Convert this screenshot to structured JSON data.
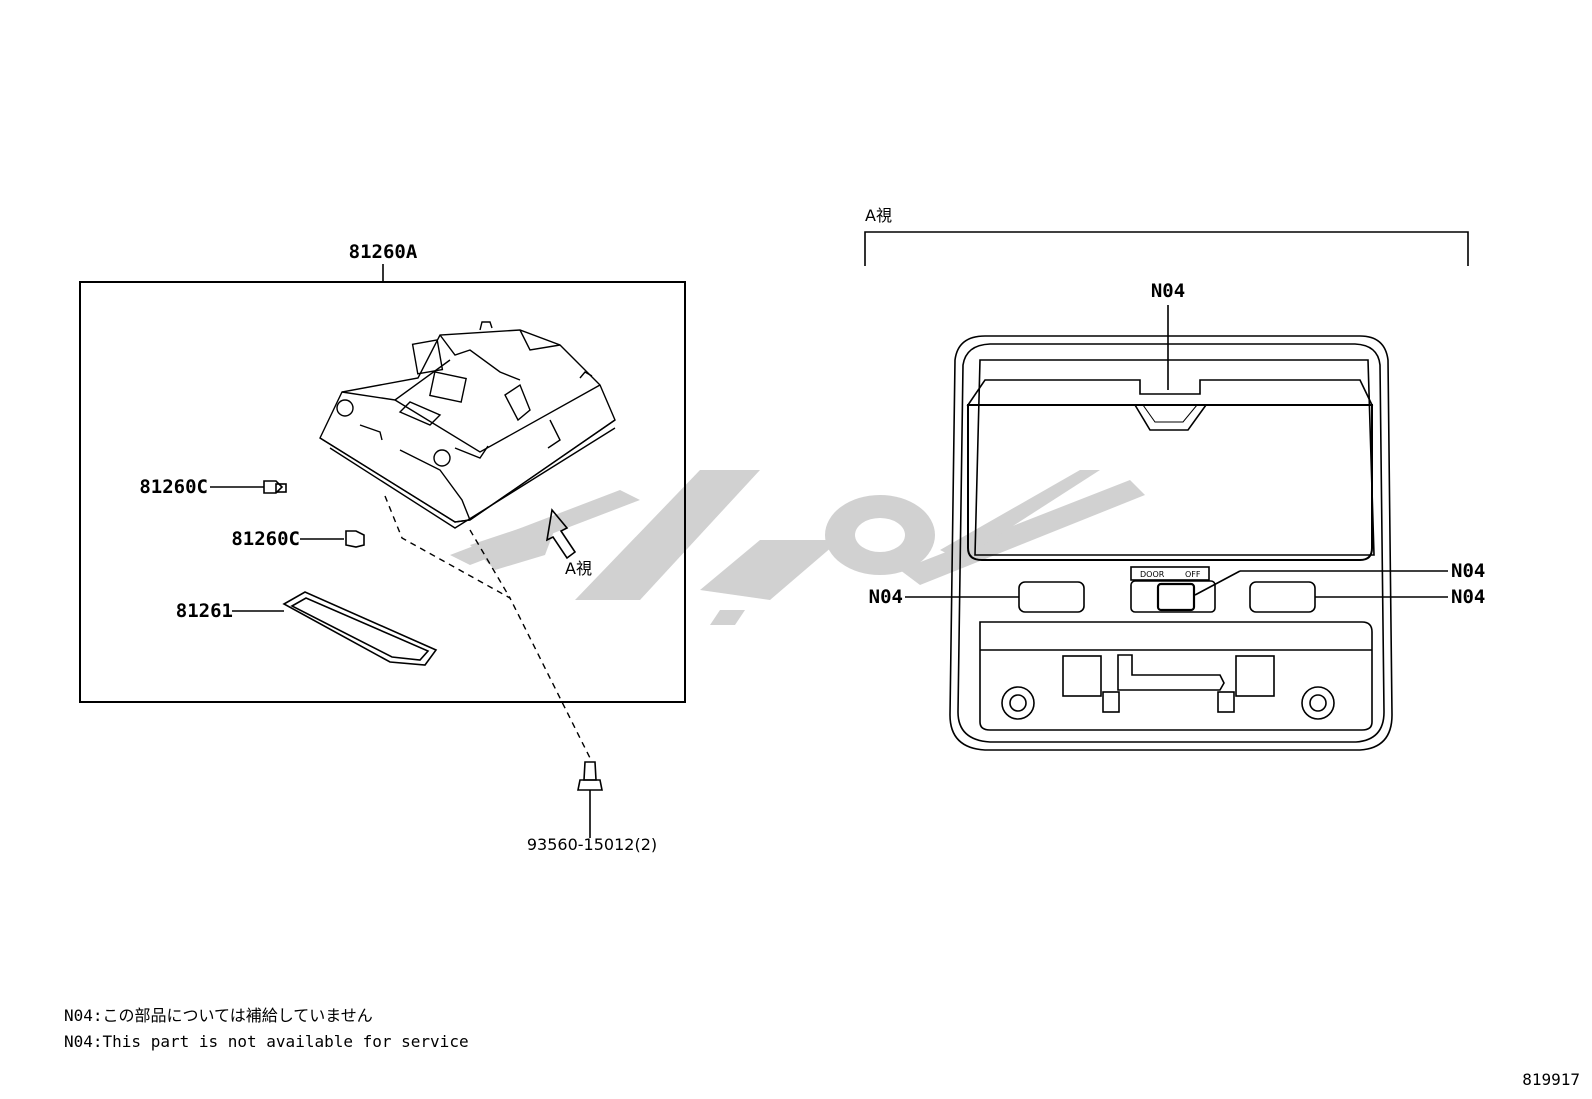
{
  "left_view": {
    "assembly_label": "81260A",
    "bulb_label_1": "81260C",
    "bulb_label_2": "81260C",
    "lens_label": "81261",
    "screw_label": "93560-15012(2)",
    "view_arrow_label": "A視"
  },
  "right_view": {
    "view_title": "A視",
    "callout_top": "N04",
    "callout_left": "N04",
    "callout_right_upper": "N04",
    "callout_right_lower": "N04",
    "switch_text_door": "DOOR",
    "switch_text_off": "OFF"
  },
  "notes": {
    "line_jp": "N04:この部品については補給していません",
    "line_en": "N04:This part is not available for service"
  },
  "diagram_id": "819917"
}
